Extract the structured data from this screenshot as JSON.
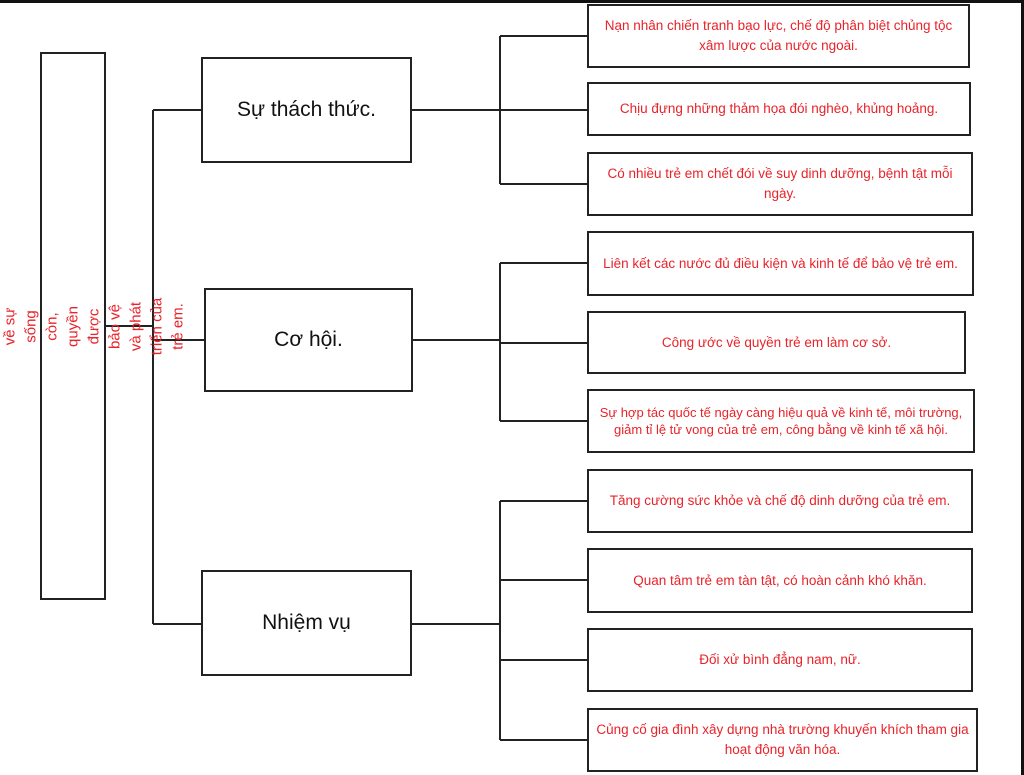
{
  "diagram": {
    "root": "Tuyên bố thế giới về sự sống còn, quyền được bảo vệ và phát triển của trẻ em.",
    "branches": [
      {
        "label": "Sự thách thức.",
        "items": [
          "Nạn nhân chiến tranh bạo lực, chế độ phân biệt chủng tộc xâm lược của nước ngoài.",
          "Chịu đựng những thảm họa đói nghèo, khủng hoảng.",
          "Có nhiều trẻ em chết đói về suy dinh dưỡng, bệnh tật mỗi ngày."
        ]
      },
      {
        "label": "Cơ hội.",
        "items": [
          "Liên kết các nước đủ điều kiện và kinh tế để bảo vệ trẻ em.",
          "Công ước về quyền trẻ em làm cơ sở.",
          "Sự hợp tác quốc tế ngày càng hiệu quả về kinh tế, môi trường, giảm tỉ lệ tử vong của trẻ em, công bằng về kinh tế xã hội."
        ]
      },
      {
        "label": "Nhiệm vụ",
        "items": [
          "Tăng cường sức khỏe và chế độ dinh dưỡng của trẻ em.",
          "Quan tâm trẻ em tàn tật, có hoàn cảnh khó khăn.",
          "Đối xử bình đẳng nam, nữ.",
          "Củng cố gia đình xây dựng nhà trường khuyến khích tham gia hoạt động văn hóa."
        ]
      }
    ]
  },
  "colors": {
    "text_accent": "#e8232a",
    "line": "#222222"
  }
}
